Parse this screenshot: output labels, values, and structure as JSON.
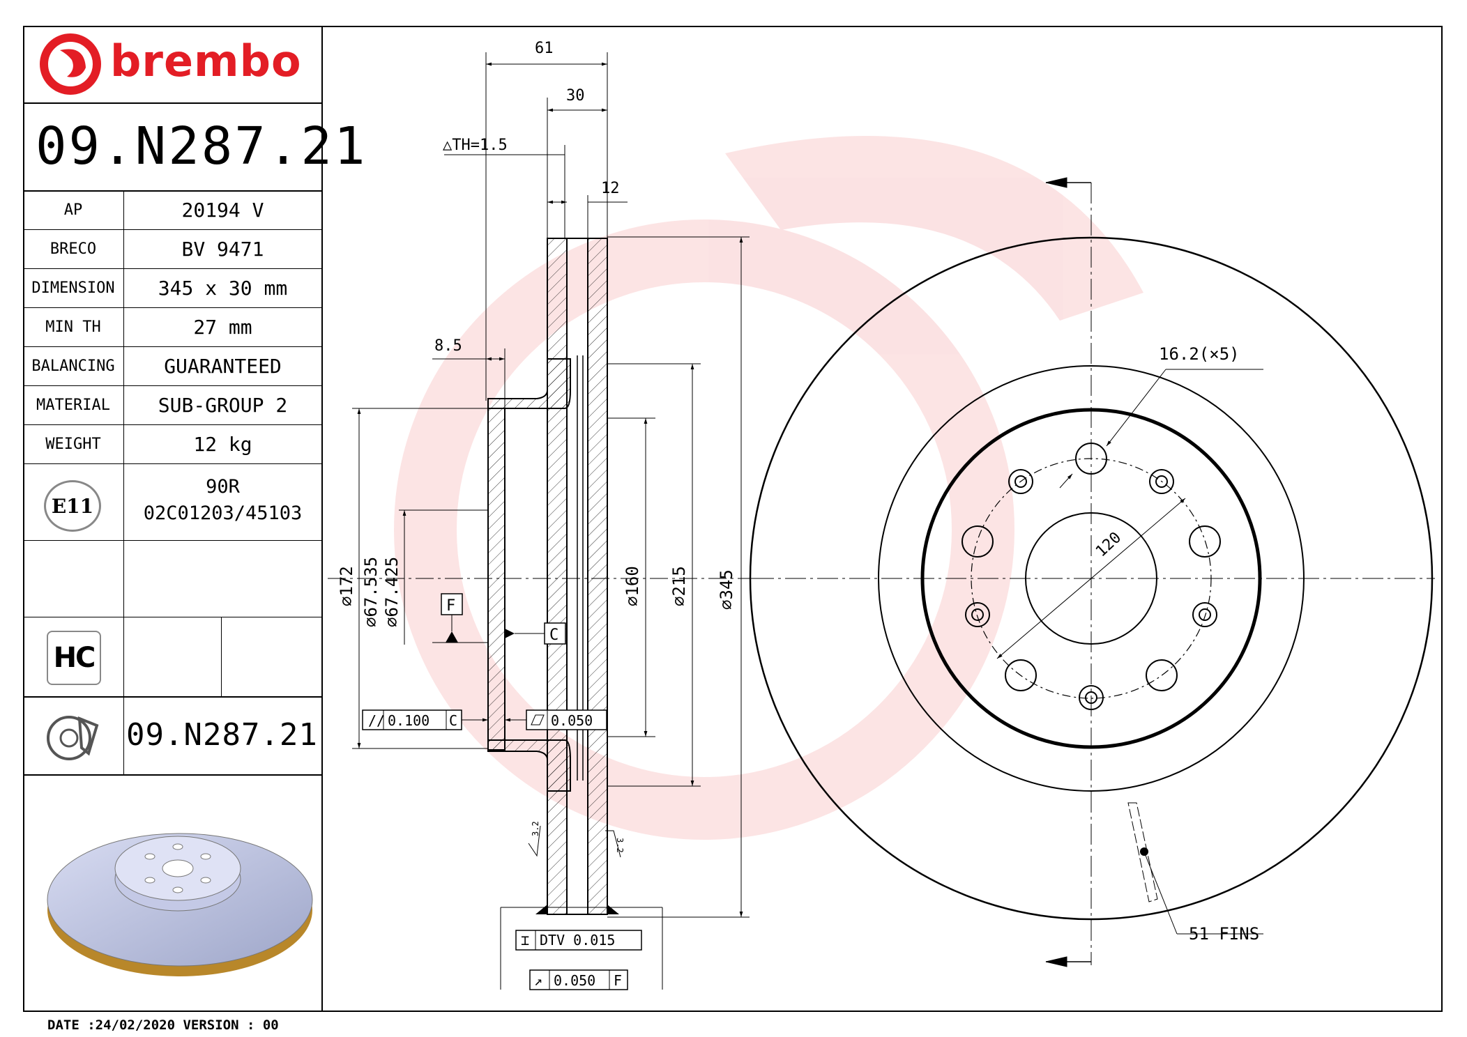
{
  "brand": {
    "name": "brembo",
    "color": "#e31d25"
  },
  "part_number": "09.N287.21",
  "specs": [
    {
      "key": "AP",
      "value": "20194 V"
    },
    {
      "key": "BRECO",
      "value": "BV 9471"
    },
    {
      "key": "DIMENSION",
      "value": "345 x 30 mm"
    },
    {
      "key": "MIN TH",
      "value": "27 mm"
    },
    {
      "key": "BALANCING",
      "value": "GUARANTEED"
    },
    {
      "key": "MATERIAL",
      "value": "SUB-GROUP 2"
    },
    {
      "key": "WEIGHT",
      "value": "12 kg"
    }
  ],
  "approval": {
    "badge": "E11",
    "line1": "90R",
    "line2": "02C01203/45103"
  },
  "hc_badge": "HC",
  "footer_part_number": "09.N287.21",
  "footer": "DATE :24/02/2020 VERSION : 00",
  "drawing": {
    "dim_61": "61",
    "dim_30": "30",
    "dim_th": "△TH=1.5",
    "dim_12": "12",
    "dim_8_5": "8.5",
    "dim_172": "⌀172",
    "dim_67_535": "⌀67.535",
    "dim_67_425": "⌀67.425",
    "dim_160": "⌀160",
    "dim_215": "⌀215",
    "dim_345": "⌀345",
    "datum_f": "F",
    "datum_c": "C",
    "tol_parallel": "0.100",
    "tol_parallel_ref": "C",
    "tol_flat": "0.050",
    "dtv": "DTV 0.015",
    "runout": "0.050",
    "runout_ref": "F",
    "rough_left": "3.2",
    "rough_right": "3.2",
    "holes": "16.2(×5)",
    "pcd": "120",
    "fins": "51 FINS"
  }
}
